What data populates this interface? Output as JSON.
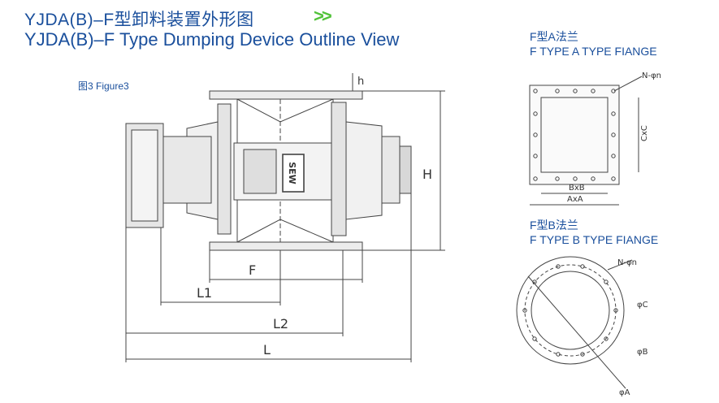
{
  "header": {
    "title_cn": "YJDA(B)–F型卸料装置外形图",
    "arrows": ">>",
    "title_en": "YJDA(B)–F Type Dumping Device Outline View"
  },
  "figure_label": "图3 Figure3",
  "main_view": {
    "motor_badge": "SEW",
    "dimensions": {
      "h": "h",
      "H": "H",
      "F": "F",
      "L1": "L1",
      "L2": "L2",
      "L": "L"
    }
  },
  "flange_a": {
    "caption_cn": "F型A法兰",
    "caption_en": "F TYPE A TYPE FIANGE",
    "holes": "N-φn",
    "side": "CxC",
    "inner": "BxB",
    "outer": "AxA"
  },
  "flange_b": {
    "caption_cn": "F型B法兰",
    "caption_en": "F TYPE B TYPE FIANGE",
    "holes": "N-φn",
    "dia_c": "φC",
    "dia_b": "φB",
    "dia_a": "φA"
  },
  "colors": {
    "title_blue": "#1a4f9c",
    "arrow_green": "#52c23a",
    "line": "#444444"
  }
}
